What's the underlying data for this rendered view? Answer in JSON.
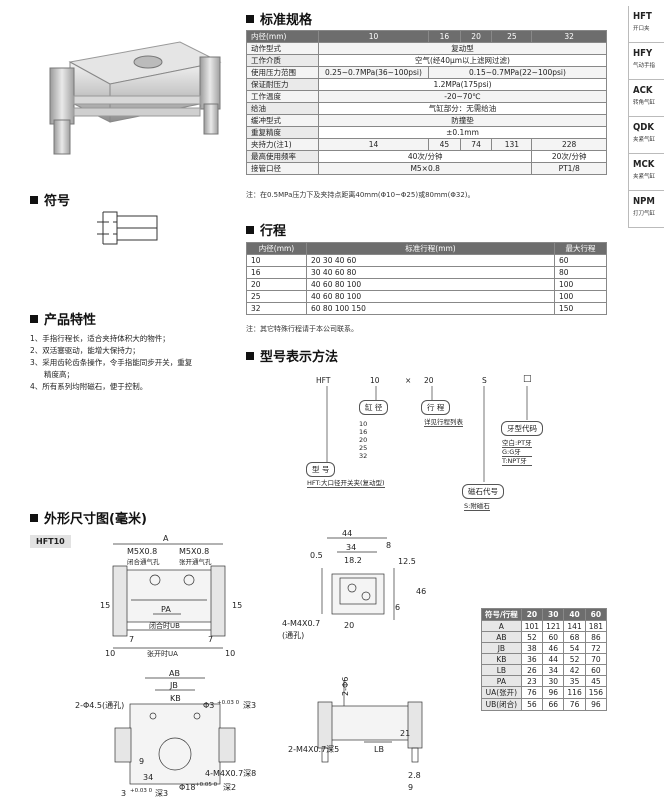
{
  "spec": {
    "title": "标准规格",
    "header": [
      "内径(mm)",
      "10",
      "16",
      "20",
      "25",
      "32"
    ],
    "rows": [
      {
        "label": "动作型式",
        "cells": [
          {
            "v": "复动型",
            "span": 5
          }
        ]
      },
      {
        "label": "工作介质",
        "cells": [
          {
            "v": "空气(经40μm以上滤网过滤)",
            "span": 5
          }
        ]
      },
      {
        "label": "使用压力范围",
        "cells": [
          {
            "v": "0.25~0.7MPa(36~100psi)",
            "span": 1
          },
          {
            "v": "0.15~0.7MPa(22~100psi)",
            "span": 4
          }
        ]
      },
      {
        "label": "保证耐压力",
        "cells": [
          {
            "v": "1.2MPa(175psi)",
            "span": 5
          }
        ]
      },
      {
        "label": "工作温度",
        "cells": [
          {
            "v": "-20~70℃",
            "span": 5
          }
        ]
      },
      {
        "label": "给油",
        "cells": [
          {
            "v": "气缸部分：无需给油",
            "span": 5
          }
        ]
      },
      {
        "label": "缓冲型式",
        "cells": [
          {
            "v": "防撞垫",
            "span": 5
          }
        ]
      },
      {
        "label": "重复精度",
        "cells": [
          {
            "v": "±0.1mm",
            "span": 5
          }
        ]
      },
      {
        "label": "夹持力(注1)",
        "cells": [
          {
            "v": "14",
            "span": 1
          },
          {
            "v": "45",
            "span": 1
          },
          {
            "v": "74",
            "span": 1
          },
          {
            "v": "131",
            "span": 1
          },
          {
            "v": "228",
            "span": 1
          }
        ]
      },
      {
        "label": "最高使用频率",
        "cells": [
          {
            "v": "40次/分钟",
            "span": 4
          },
          {
            "v": "20次/分钟",
            "span": 1
          }
        ]
      },
      {
        "label": "接管口径",
        "cells": [
          {
            "v": "M5×0.8",
            "span": 4
          },
          {
            "v": "PT1/8",
            "span": 1
          }
        ]
      }
    ],
    "note": "注：在0.5MPa压力下及夹持点距离40mm(Φ10~Φ25)或80mm(Φ32)。"
  },
  "stroke": {
    "title": "行程",
    "header": [
      "内径(mm)",
      "标准行程(mm)",
      "最大行程"
    ],
    "rows": [
      [
        "10",
        "20 30 40 60",
        "60"
      ],
      [
        "16",
        "30 40 60 80",
        "80"
      ],
      [
        "20",
        "40 60 80 100",
        "100"
      ],
      [
        "25",
        "40 60 80 100",
        "100"
      ],
      [
        "32",
        "60 80 100 150",
        "150"
      ]
    ],
    "note": "注：其它特殊行程请于本公司联系。"
  },
  "model": {
    "title": "型号表示方法",
    "parts": [
      "HFT",
      "10",
      "×",
      "20",
      "S",
      "□"
    ],
    "bore_label": "缸 径",
    "bore_values": [
      "10",
      "16",
      "20",
      "25",
      "32"
    ],
    "stroke_label": "行 程",
    "stroke_desc": "详见行程列表",
    "thread_label": "牙型代码",
    "thread_values": [
      "空白:PT牙",
      "G:G牙",
      "T:NPT牙"
    ],
    "type_label": "型 号",
    "type_desc": "HFT:大口径开关夹(复动型)",
    "magnet_label": "磁石代号",
    "magnet_desc": "S:附磁石"
  },
  "symbol": {
    "title": "符号"
  },
  "features": {
    "title": "产品特性",
    "items": [
      "1、手指行程长，适合夹持体积大的物件；",
      "2、双活塞驱动，能增大保持力；",
      "3、采用齿轮齿条操作，令手指能同步开关，重复",
      "精度高；",
      "4、所有系列均附磁石，便于控制。"
    ]
  },
  "dimensions": {
    "title": "外形尺寸图(毫米)",
    "model_tag": "HFT10",
    "labels": {
      "A": "A",
      "m5a": "M5X0.8",
      "m5b": "M5X0.8",
      "close_port": "闭合通气孔",
      "open_port": "张开通气孔",
      "d15a": "15",
      "d15b": "15",
      "pa": "PA",
      "ub": "闭合时UB",
      "ua": "张开时UA",
      "d7a": "7",
      "d7b": "7",
      "d10a": "10",
      "d10b": "10",
      "d44": "44",
      "d34": "34",
      "d182": "18.2",
      "d05": "0.5",
      "d8": "8",
      "d125": "12.5",
      "d46": "46",
      "d6": "6",
      "d20": "20",
      "m4": "4-M4X0.7",
      "thru": "(通孔)",
      "ab": "AB",
      "jb": "JB",
      "kb": "KB",
      "phi45": "2-Φ4.5(通孔)",
      "phi3": "Φ3",
      "phi3tol": "+0.03 0",
      "deep3": "深3",
      "m4deep": "4-M4X0.7深8",
      "phi18": "Φ18",
      "phi18tol": "+0.05 0",
      "deep2": "深2",
      "d3": "3",
      "d3tol": "+0.03 0",
      "deep3b": "深3",
      "d34b": "34",
      "d9": "9",
      "phi6": "2-Φ6",
      "m4deep5": "2-M4X0.7深5",
      "lb": "LB",
      "d28": "2.8",
      "d9b": "9",
      "d21": "21"
    },
    "table_header": [
      "符号/行程",
      "20",
      "30",
      "40",
      "60"
    ],
    "table_rows": [
      [
        "A",
        "101",
        "121",
        "141",
        "181"
      ],
      [
        "AB",
        "52",
        "60",
        "68",
        "86"
      ],
      [
        "JB",
        "38",
        "46",
        "54",
        "72"
      ],
      [
        "KB",
        "36",
        "44",
        "52",
        "70"
      ],
      [
        "LB",
        "26",
        "34",
        "42",
        "60"
      ],
      [
        "PA",
        "23",
        "30",
        "35",
        "45"
      ],
      [
        "UA(张开)",
        "76",
        "96",
        "116",
        "156"
      ],
      [
        "UB(闭合)",
        "56",
        "66",
        "76",
        "96"
      ]
    ]
  },
  "sidebar": [
    {
      "code": "HFT",
      "desc": "开口夹"
    },
    {
      "code": "HFY",
      "desc": "气动手指"
    },
    {
      "code": "ACK",
      "desc": "转角气缸"
    },
    {
      "code": "QDK",
      "desc": "夹紧气缸"
    },
    {
      "code": "MCK",
      "desc": "夹紧气缸"
    },
    {
      "code": "NPM",
      "desc": "打刀气缸"
    }
  ]
}
